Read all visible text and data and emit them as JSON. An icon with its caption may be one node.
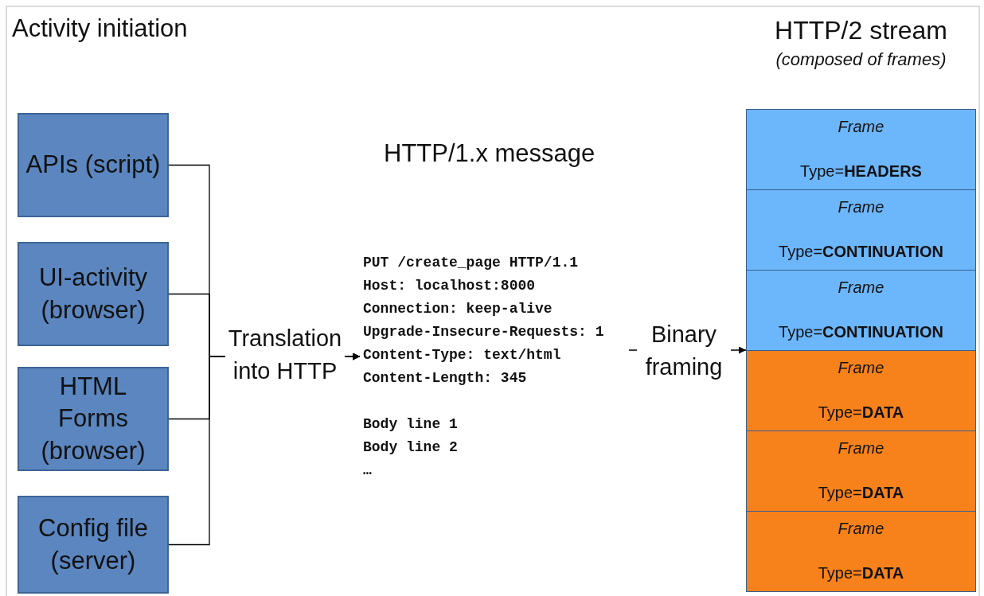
{
  "diagram": {
    "nodes": [
      {
        "text": [
          "APIs (script)"
        ]
      },
      {
        "text": [
          "UI-activity (browser)"
        ]
      },
      {
        "text": [
          "HTML Forms (browser)"
        ]
      },
      {
        "text": [
          "Config file (server)"
        ]
      },
      {
        "text": [
          "HTTP/1.x message",
          "PUT /create_page HTTP/1.1",
          "Host: localhost:8000",
          "Connection: keep-alive",
          "Upgrade-Insecure-Requests: 1",
          "Content-Type: text/html",
          "Content-Length: 345",
          "Body line 1",
          "Body line 2",
          "…"
        ]
      },
      {
        "text": [
          "HTTP/2 stream",
          "(composed of frames)"
        ]
      },
      {
        "text": [
          "Frame",
          "Type=**HEADERS**"
        ],
        "in": 5
      },
      {
        "text": [
          "Frame",
          "Type=**CONTINUATION**"
        ],
        "in": 5
      },
      {
        "text": [
          "Frame",
          "Type=**CONTINUATION**"
        ],
        "in": 5
      },
      {
        "text": [
          "Frame",
          "Type=**DATA**"
        ],
        "in": 5
      },
      {
        "text": [
          "Frame",
          "Type=**DATA**"
        ],
        "in": 5
      },
      {
        "text": [
          "Frame",
          "Type=**DATA**"
        ],
        "in": 5
      }
    ],
    "edges": [
      {
        "from": 0,
        "to": 4,
        "arrow": "to",
        "label": "Translation into HTTP"
      },
      {
        "from": 1,
        "to": 4,
        "arrow": "to"
      },
      {
        "from": 2,
        "to": 4,
        "arrow": "to"
      },
      {
        "from": 3,
        "to": 4,
        "arrow": "to"
      },
      {
        "from": 4,
        "to": 5,
        "arrow": "to",
        "label": "Binary framing"
      }
    ],
    "labels": [
      "Activity initiation"
    ]
  }
}
